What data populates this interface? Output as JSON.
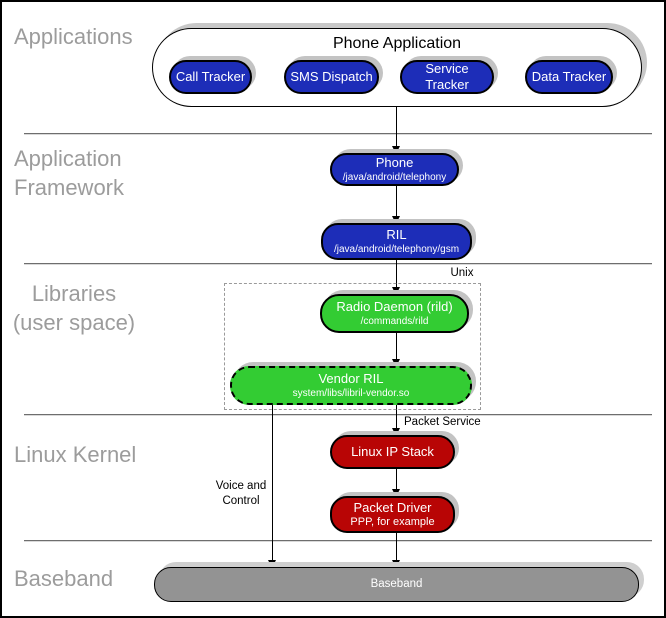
{
  "layers": [
    {
      "label": "Applications"
    },
    {
      "label": "Application\nFramework"
    },
    {
      "label": "Libraries\n(user space)"
    },
    {
      "label": "Linux Kernel"
    },
    {
      "label": "Baseband"
    }
  ],
  "phone_application": {
    "title": "Phone Application",
    "apps": [
      "Call Tracker",
      "SMS Dispatch",
      "Service Tracker",
      "Data Tracker"
    ]
  },
  "framework": {
    "phone": {
      "title": "Phone",
      "subtitle": "/java/android/telephony"
    },
    "ril": {
      "title": "RIL",
      "subtitle": "/java/android/telephony/gsm"
    }
  },
  "libraries": {
    "unix_label": "Unix",
    "radio_daemon": {
      "title": "Radio Daemon (rild)",
      "subtitle": "/commands/rild"
    },
    "vendor_ril": {
      "title": "Vendor RIL",
      "subtitle": "system/libs/libril-vendor.so"
    }
  },
  "kernel": {
    "packet_service_label": "Packet Service",
    "voice_control_label": "Voice and\nControl",
    "ip_stack": {
      "title": "Linux IP Stack"
    },
    "packet_driver": {
      "title": "Packet Driver",
      "subtitle": "PPP, for example"
    }
  },
  "baseband": {
    "title": "Baseband"
  },
  "colors": {
    "framework_blue": "#1d2db8",
    "library_green": "#33cc33",
    "kernel_red": "#b80505",
    "baseband_gray": "#939393",
    "layer_label_gray": "#9c9c9c",
    "shadow_gray": "#c3c3c3"
  }
}
